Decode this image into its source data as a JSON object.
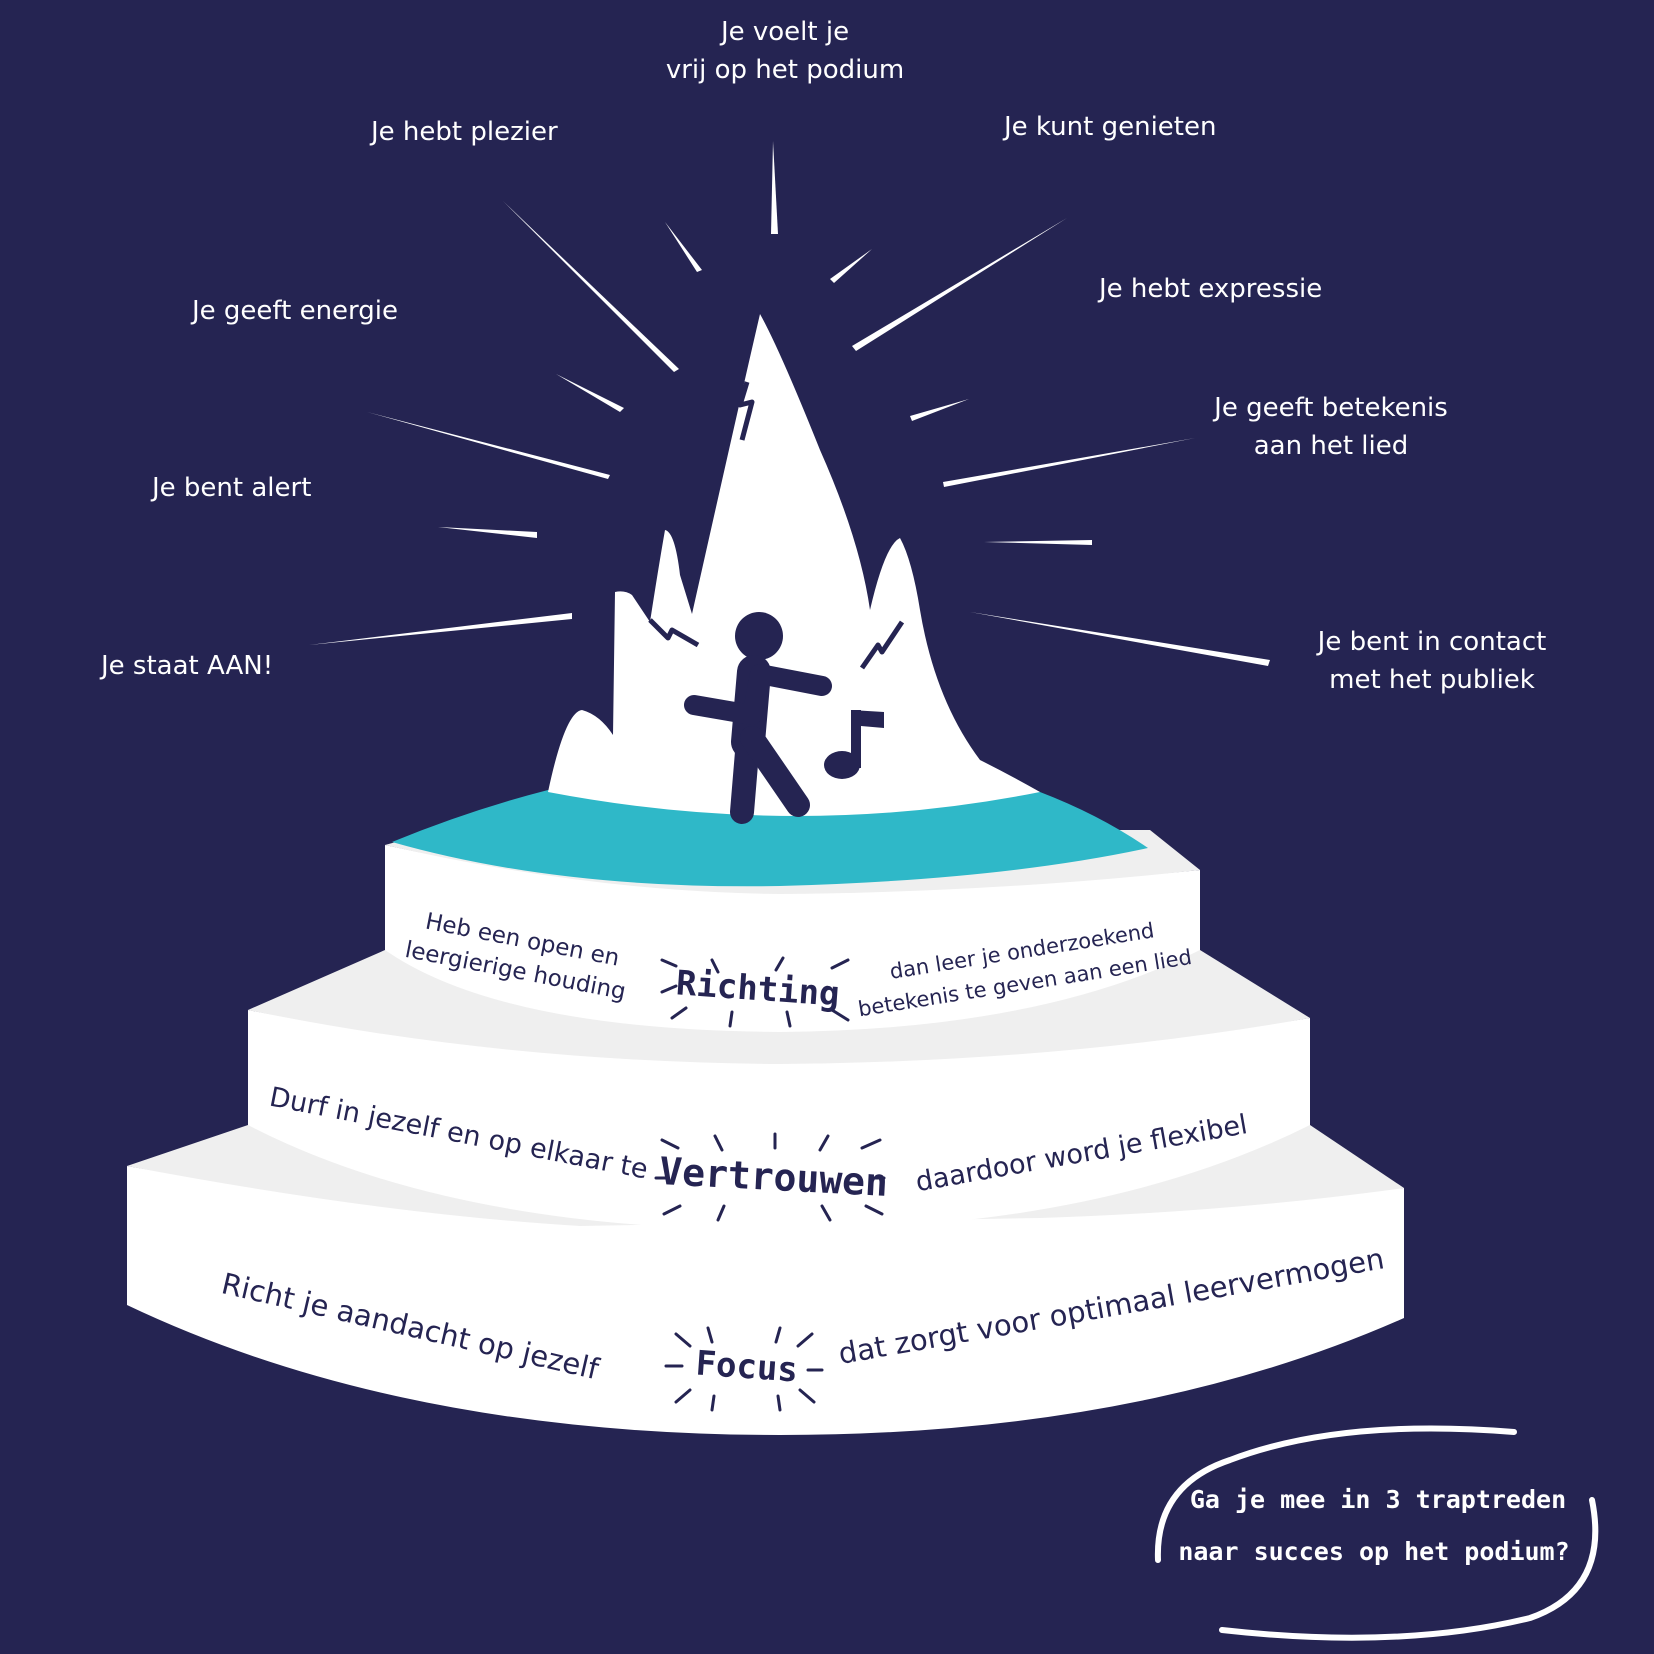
{
  "summit_statements": [
    {
      "lines": [
        "Je voelt je",
        "vrij op het podium"
      ]
    },
    {
      "lines": [
        "Je hebt plezier"
      ]
    },
    {
      "lines": [
        "Je kunt genieten"
      ]
    },
    {
      "lines": [
        "Je geeft energie"
      ]
    },
    {
      "lines": [
        "Je hebt expressie"
      ]
    },
    {
      "lines": [
        "Je geeft betekenis",
        "aan het lied"
      ]
    },
    {
      "lines": [
        "Je bent alert"
      ]
    },
    {
      "lines": [
        "Je staat AAN!"
      ]
    },
    {
      "lines": [
        "Je bent in contact",
        "met het publiek"
      ]
    }
  ],
  "steps": [
    {
      "keyword": "Richting",
      "left_lines": [
        "Heb een open en",
        "leergierige houding"
      ],
      "right_lines": [
        "dan leer je onderzoekend",
        "betekenis te geven aan een lied"
      ]
    },
    {
      "keyword": "Vertrouwen",
      "left_lines": [
        "Durf in jezelf en op elkaar te"
      ],
      "right_lines": [
        "daardoor word je flexibel"
      ]
    },
    {
      "keyword": "Focus",
      "left_lines": [
        "Richt je aandacht op jezelf"
      ],
      "right_lines": [
        "dat zorgt voor optimaal leervermogen"
      ]
    }
  ],
  "call_to_action": {
    "lines": [
      "Ga je mee in 3 traptreden",
      "naar succes op het podium?"
    ]
  },
  "colors": {
    "background": "#252452",
    "step_face": "#ffffff",
    "step_top": "#efefef",
    "water": "#2fb8c8",
    "ink": "#252452"
  },
  "icons": [
    "lightning-icon",
    "dancing-person-icon",
    "music-note-icon",
    "radiating-lines"
  ]
}
